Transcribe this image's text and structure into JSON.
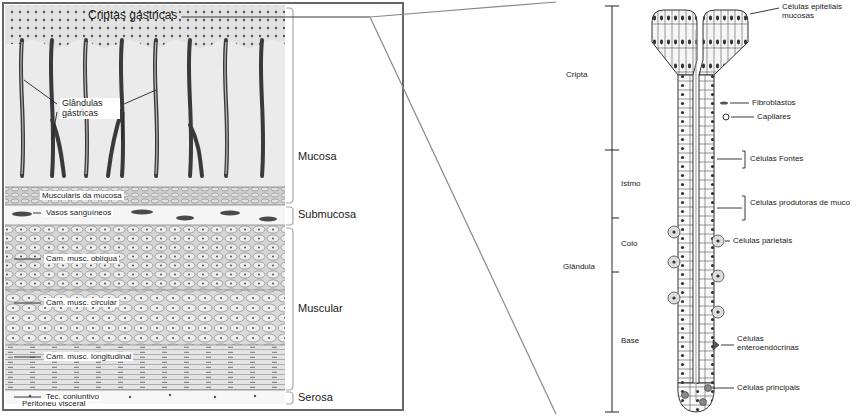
{
  "diagram": {
    "labels": [
      "Criptas gástricas",
      "Glândulas gástricas",
      "Mucosa",
      "Muscularis da mucosa",
      "Vasos sanguíneos",
      "Submucosa",
      "Cam. musc. oblíqua",
      "Cam. musc. circular",
      "Muscular",
      "Cam. musc. longitudinal",
      "Tec. conjuntivo",
      "Serosa",
      "Peritoneu visceral",
      "Cripta",
      "Istmo",
      "Colo",
      "Glândula",
      "Base",
      "Células epiteliais mucosas",
      "Fibroblastos",
      "Capilares",
      "Células Fontes",
      "Células produtoras de muco",
      "Células parietais",
      "Células enteroendócrinas",
      "Células principais"
    ]
  }
}
